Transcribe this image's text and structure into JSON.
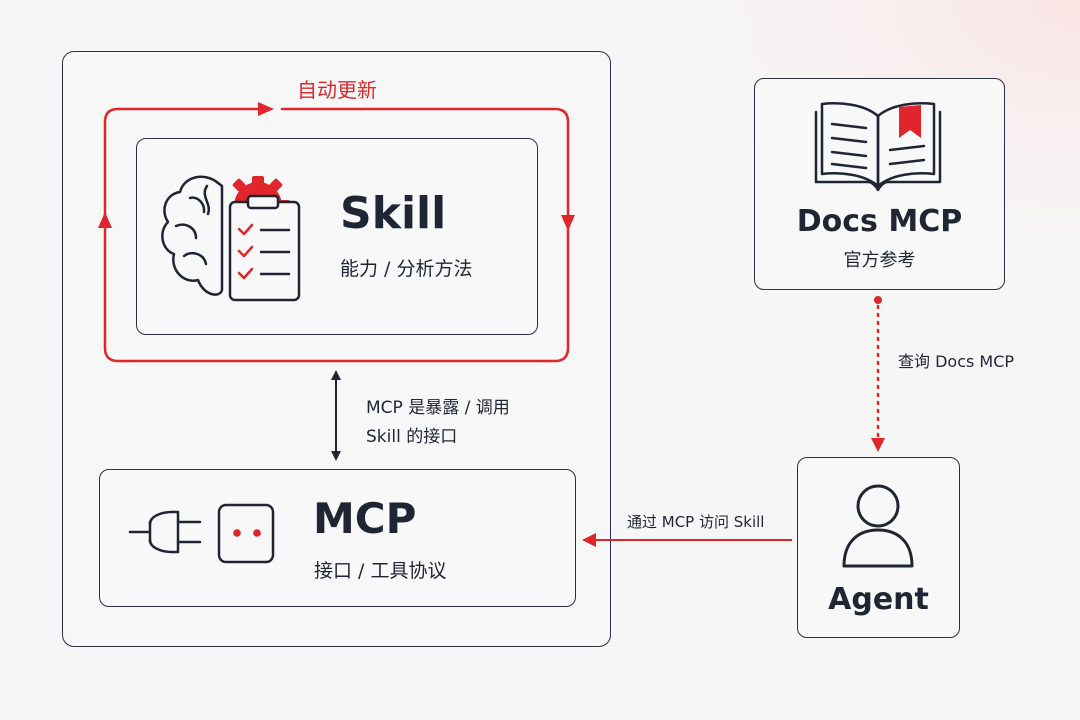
{
  "diagram": {
    "loop_label": "自动更新",
    "skill": {
      "title": "Skill",
      "subtitle": "能力 / 分析方法"
    },
    "mcp": {
      "title": "MCP",
      "subtitle": "接口 / 工具协议"
    },
    "docs": {
      "title": "Docs MCP",
      "subtitle": "官方参考"
    },
    "agent": {
      "title": "Agent"
    },
    "edges": {
      "skill_mcp_line1": "MCP 是暴露 / 调用",
      "skill_mcp_line2": "Skill 的接口",
      "agent_to_docs": "查询 Docs MCP",
      "agent_to_mcp": "通过 MCP 访问 Skill"
    },
    "colors": {
      "accent": "#e0262b",
      "stroke": "#2a3142",
      "text": "#1f2533"
    },
    "icons": [
      "brain-icon",
      "gear-icon",
      "clipboard-checklist-icon",
      "plug-icon",
      "socket-icon",
      "open-book-icon",
      "bookmark-icon",
      "person-icon"
    ]
  }
}
